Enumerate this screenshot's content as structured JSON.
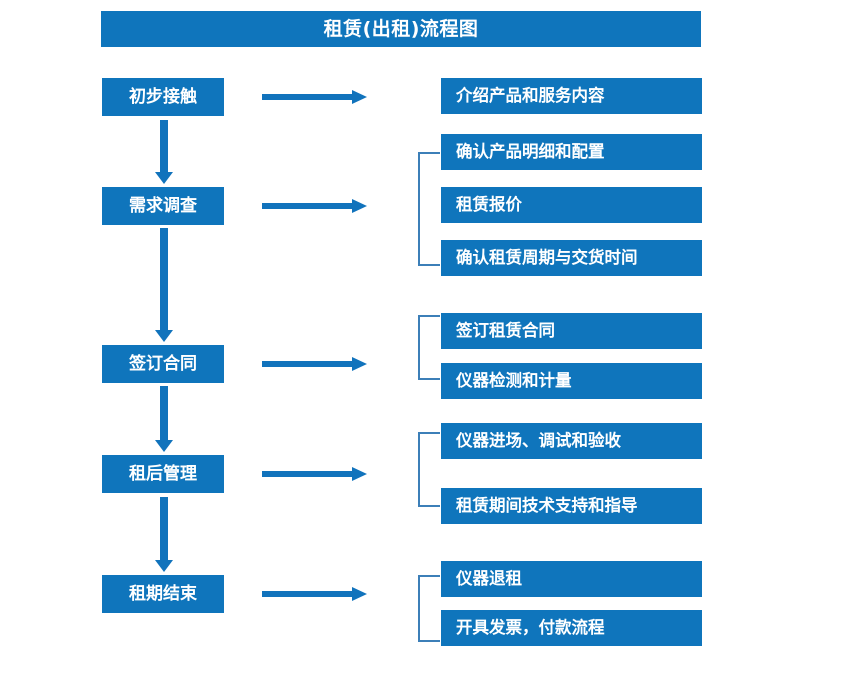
{
  "diagram": {
    "title": "租赁(出租)流程图",
    "accent_color": "#0F75BC",
    "arrow_color": "#1173BC",
    "bracket_color": "#3C7FB8",
    "text_color": "#FFFFFF"
  },
  "stages": [
    {
      "label": "初步接触"
    },
    {
      "label": "需求调查"
    },
    {
      "label": "签订合同"
    },
    {
      "label": "租后管理"
    },
    {
      "label": "租期结束"
    }
  ],
  "details": [
    {
      "label": "介绍产品和服务内容"
    },
    {
      "label": "确认产品明细和配置"
    },
    {
      "label": "租赁报价"
    },
    {
      "label": "确认租赁周期与交货时间"
    },
    {
      "label": "签订租赁合同"
    },
    {
      "label": "仪器检测和计量"
    },
    {
      "label": "仪器进场、调试和验收"
    },
    {
      "label": "租赁期间技术支持和指导"
    },
    {
      "label": "仪器退租"
    },
    {
      "label": "开具发票，付款流程"
    }
  ],
  "groups": [
    {
      "stage": "需求调查",
      "detail_labels": [
        "确认产品明细和配置",
        "租赁报价",
        "确认租赁周期与交货时间"
      ]
    },
    {
      "stage": "签订合同",
      "detail_labels": [
        "签订租赁合同",
        "仪器检测和计量"
      ]
    },
    {
      "stage": "租后管理",
      "detail_labels": [
        "仪器进场、调试和验收",
        "租赁期间技术支持和指导"
      ]
    },
    {
      "stage": "租期结束",
      "detail_labels": [
        "仪器退租",
        "开具发票，付款流程"
      ]
    }
  ],
  "connectors": {
    "horizontal_arrow_name": "points-to-details",
    "vertical_arrow_name": "next-stage",
    "count_horizontal": 5,
    "count_vertical": 4
  }
}
